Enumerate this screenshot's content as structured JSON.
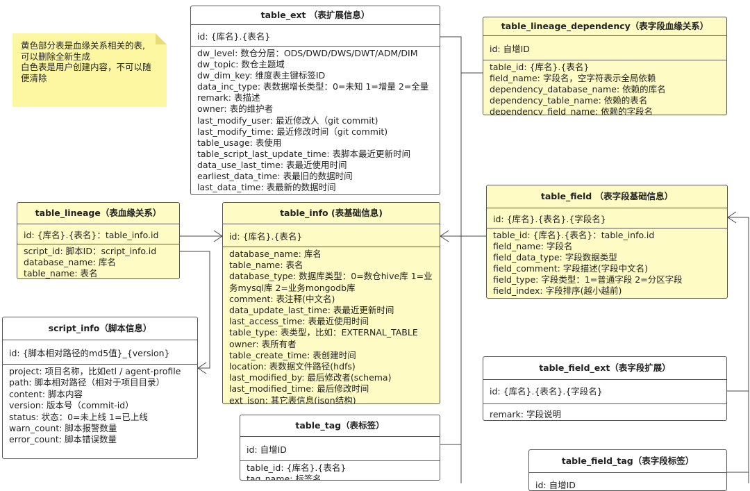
{
  "note": {
    "lines": [
      "黄色部分表是血缘关系相关的表,",
      "可以删除全新生成",
      "白色表是用户创建内容，不可以随",
      "便清除"
    ]
  },
  "table_ext": {
    "title": "table_ext （表扩展信息）",
    "id": "id: {库名}.{表名}",
    "fields": [
      "dw_level: 数仓分层：ODS/DWD/DWS/DWT/ADM/DIM",
      "dw_topic: 数仓主题域",
      "dw_dim_key: 维度表主键标签ID",
      "data_inc_type: 表数据增长类型：0=未知 1=增量 2=全量",
      "remark: 表描述",
      "owner: 表的维护者",
      "last_modify_user: 最近修改人（git commit)",
      "last_modify_time: 最近修改时间（git commit)",
      "table_usage: 表使用",
      "table_script_last_update_time: 表脚本最近更新时间",
      "data_use_last_time: 表最近使用时间",
      "earliest_data_time: 表最旧的数据时间",
      "last_data_time: 表最新的数据时间"
    ]
  },
  "table_lineage_dependency": {
    "title": "table_lineage_dependency（表字段血缘关系）",
    "id": "id: 自增ID",
    "fields": [
      "table_id: {库名}.{表名}",
      "field_name: 字段名，空字符表示全局依赖",
      "dependency_database_name: 依赖的库名",
      "dependency_table_name: 依赖的表名",
      "dependency_field_name: 依赖的字段名"
    ]
  },
  "table_lineage": {
    "title": "table_lineage（表血缘关系）",
    "id": "id: {库名}.{表名}：table_info.id",
    "fields": [
      "script_id: 脚本ID：script_info.id",
      "database_name: 库名",
      "table_name: 表名"
    ]
  },
  "table_info": {
    "title": "table_info (表基础信息)",
    "id": "id: {库名}.{表名}",
    "fields": [
      "database_name: 库名",
      "table_name: 表名",
      "database_type: 数据库类型：0=数仓hive库 1=业务mysql库 2=业务mongodb库",
      "comment: 表注释(中文名)",
      "data_update_last_time: 表最近更新时间",
      "last_access_time: 表最近使用时间",
      "table_type: 表类型，比如：EXTERNAL_TABLE",
      "owner: 表所有者",
      "table_create_time: 表创建时间",
      "location: 表数据文件路径(hdfs)",
      "last_modified_by: 最后修改者(schema)",
      "last_modified_time: 最后修改时间",
      "ext_json: 其它表信息(json结构)"
    ]
  },
  "table_field": {
    "title": "table_field （表字段基础信息）",
    "id": "id: {库名}.{表名}.{字段名}",
    "fields": [
      "table_id: {库名}.{表名}：table_info.id",
      "field_name: 字段名",
      "field_data_type: 字段数据类型",
      "field_comment: 字段描述(字段中文名)",
      "field_type: 字段类型：1=普通字段 2=分区字段",
      "field_index: 字段排序(越小越前)"
    ]
  },
  "script_info": {
    "title": "script_info（脚本信息）",
    "id": "id: {脚本相对路径的md5值}_{version}",
    "fields": [
      "project: 项目名称，比如etl / agent-profile",
      "path: 脚本相对路径（相对于项目目录）",
      "content: 脚本内容",
      "version: 版本号（commit-id）",
      "status: 状态：0=未上线 1=已上线",
      "warn_count: 脚本报警数量",
      "error_count: 脚本错误数量"
    ]
  },
  "table_field_ext": {
    "title": "table_field_ext（表字段扩展）",
    "id": "id: {库名}.{表名}.{字段名}",
    "fields": [
      "remark: 字段说明"
    ]
  },
  "table_tag": {
    "title": "table_tag（表标签）",
    "id": "id: 自增ID",
    "fields": [
      "table_id: {库名}.{表名}",
      "tag_name: 标签名"
    ]
  },
  "table_field_tag": {
    "title": "table_field_tag（表字段标签）",
    "id": "id: 自增ID",
    "fields": []
  },
  "colors": {
    "yellow_table": "#fefbc4",
    "note": "#fdf7a2",
    "border": "#555555"
  }
}
